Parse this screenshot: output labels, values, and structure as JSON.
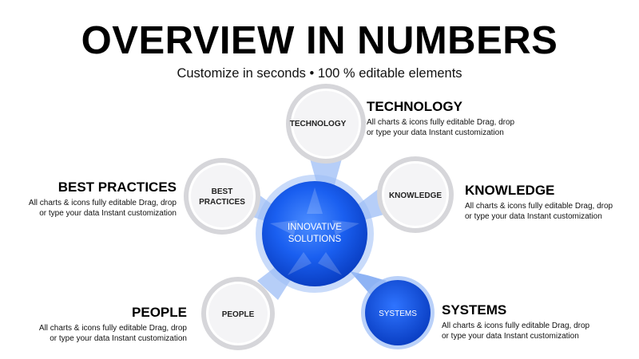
{
  "header": {
    "title": "OVERVIEW IN NUMBERS",
    "subtitle": "Customize in seconds • 100 % editable elements"
  },
  "center": {
    "line1": "INNOVATIVE",
    "line2": "SOLUTIONS"
  },
  "nodes": {
    "technology": {
      "label": "TECHNOLOGY"
    },
    "knowledge": {
      "label": "KNOWLEDGE"
    },
    "best_practices": {
      "line1": "BEST",
      "line2": "PRACTICES"
    },
    "people": {
      "label": "PEOPLE"
    },
    "systems": {
      "label": "SYSTEMS"
    }
  },
  "labels": {
    "technology": {
      "heading": "TECHNOLOGY",
      "line1": "All charts & icons fully editable Drag, drop",
      "line2": "or type your data Instant customization"
    },
    "knowledge": {
      "heading": "KNOWLEDGE",
      "line1": "All charts & icons fully editable Drag, drop",
      "line2": "or type your data Instant customization"
    },
    "best_practices": {
      "heading": "BEST PRACTICES",
      "line1": "All charts & icons fully editable Drag, drop",
      "line2": "or type your data Instant customization"
    },
    "people": {
      "heading": "PEOPLE",
      "line1": "All charts & icons fully editable Drag, drop",
      "line2": "or type your data Instant customization"
    },
    "systems": {
      "heading": "SYSTEMS",
      "line1": "All charts & icons fully editable Drag, drop",
      "line2": "or type your data Instant customization"
    }
  },
  "colors": {
    "accent": "#1459e6",
    "accent_dark": "#0a3fc4",
    "ring": "#d9d9dc",
    "node_fill": "#f4f4f6"
  }
}
